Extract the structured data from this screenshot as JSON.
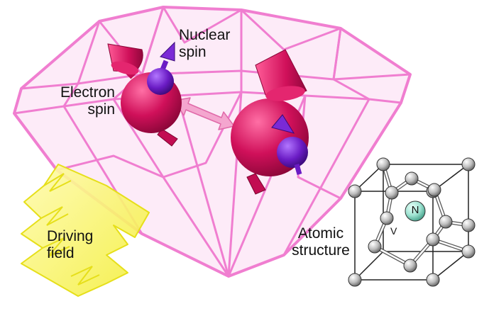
{
  "labels": {
    "nuclear_spin": [
      "Nuclear",
      "spin"
    ],
    "electron_spin": [
      "Electron",
      "spin"
    ],
    "driving_field": [
      "Driving",
      "field"
    ],
    "atomic_structure": [
      "Atomic",
      "structure"
    ],
    "nitrogen_atom": "N",
    "vacancy": "V"
  },
  "colors": {
    "diamond_stroke": "#f07ed0",
    "diamond_fill": "#fde8f7",
    "electron_spin": "#d0105a",
    "nuclear_spin": "#6a1bc4",
    "coupling_arrow": "#f4a6cf",
    "driving_field": "#f3ee3a",
    "nitrogen": "#9fe3d2",
    "carbon_atom": "#bdbdbd"
  }
}
